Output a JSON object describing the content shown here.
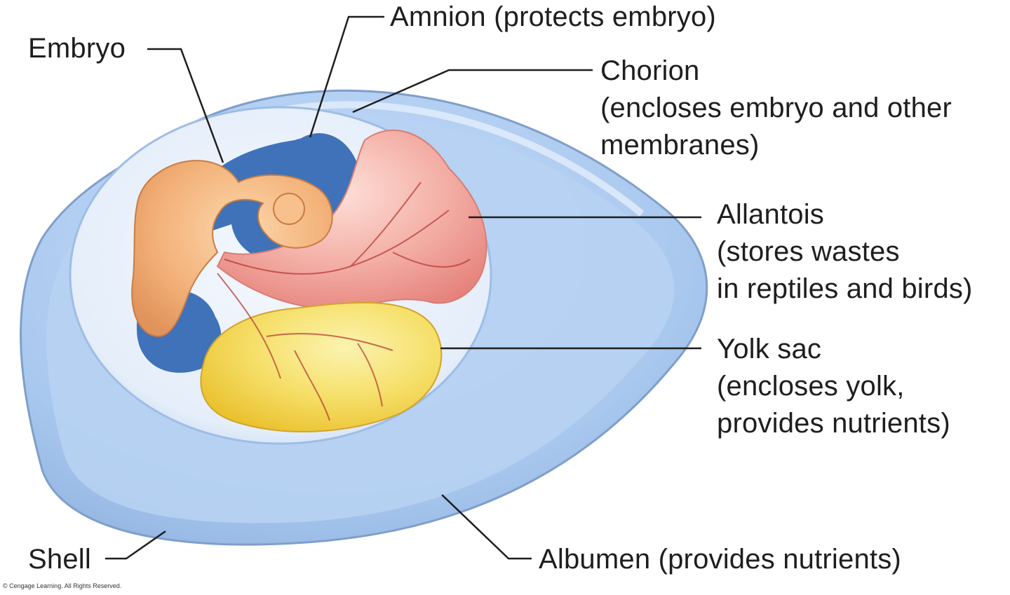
{
  "labels": {
    "embryo": "Embryo",
    "amnion": "Amnion (protects embryo)",
    "chorion": [
      "Chorion",
      "(encloses embryo and other",
      "membranes)"
    ],
    "allantois": [
      "Allantois",
      "(stores wastes",
      "in reptiles and birds)"
    ],
    "yolk_sac": [
      "Yolk sac",
      "(encloses yolk,",
      "provides nutrients)"
    ],
    "shell": "Shell",
    "albumen": "Albumen (provides nutrients)"
  },
  "copyright": "© Cengage Learning. All Rights Reserved.",
  "colors": {
    "shell": "#a9c8ee",
    "albumen": "#b8d2f2",
    "chorion_inner": "#e9f1fb",
    "amnion": "#3f72b8",
    "embryo": "#f3b27a",
    "allantois": "#ef9f98",
    "yolk": "#f3d43a",
    "leader": "#1e1e1e"
  }
}
